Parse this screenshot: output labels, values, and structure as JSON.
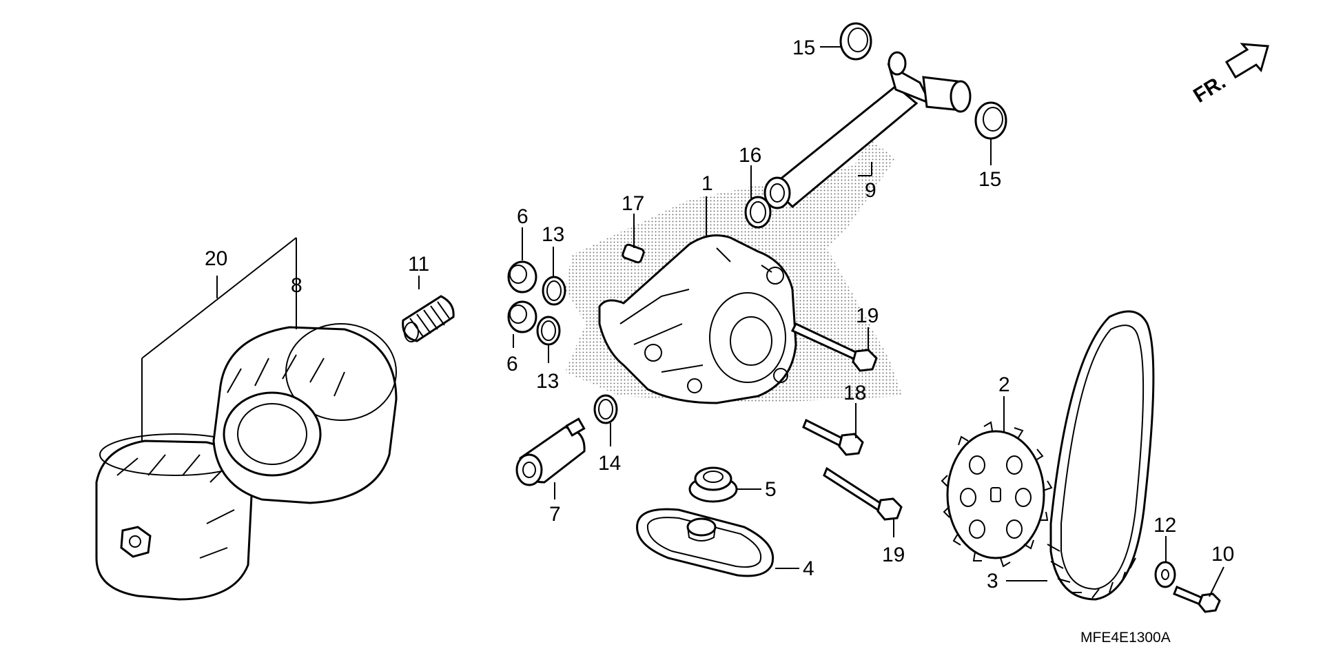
{
  "diagram": {
    "drawing_code": "MFE4E1300A",
    "direction_label": "FR.",
    "callouts": {
      "c1": "1",
      "c2": "2",
      "c3": "3",
      "c4": "4",
      "c5": "5",
      "c6a": "6",
      "c6b": "6",
      "c7": "7",
      "c8": "8",
      "c9": "9",
      "c10": "10",
      "c11": "11",
      "c12": "12",
      "c13a": "13",
      "c13b": "13",
      "c14": "14",
      "c15a": "15",
      "c15b": "15",
      "c16": "16",
      "c17": "17",
      "c18": "18",
      "c19a": "19",
      "c19b": "19",
      "c20": "20"
    }
  }
}
